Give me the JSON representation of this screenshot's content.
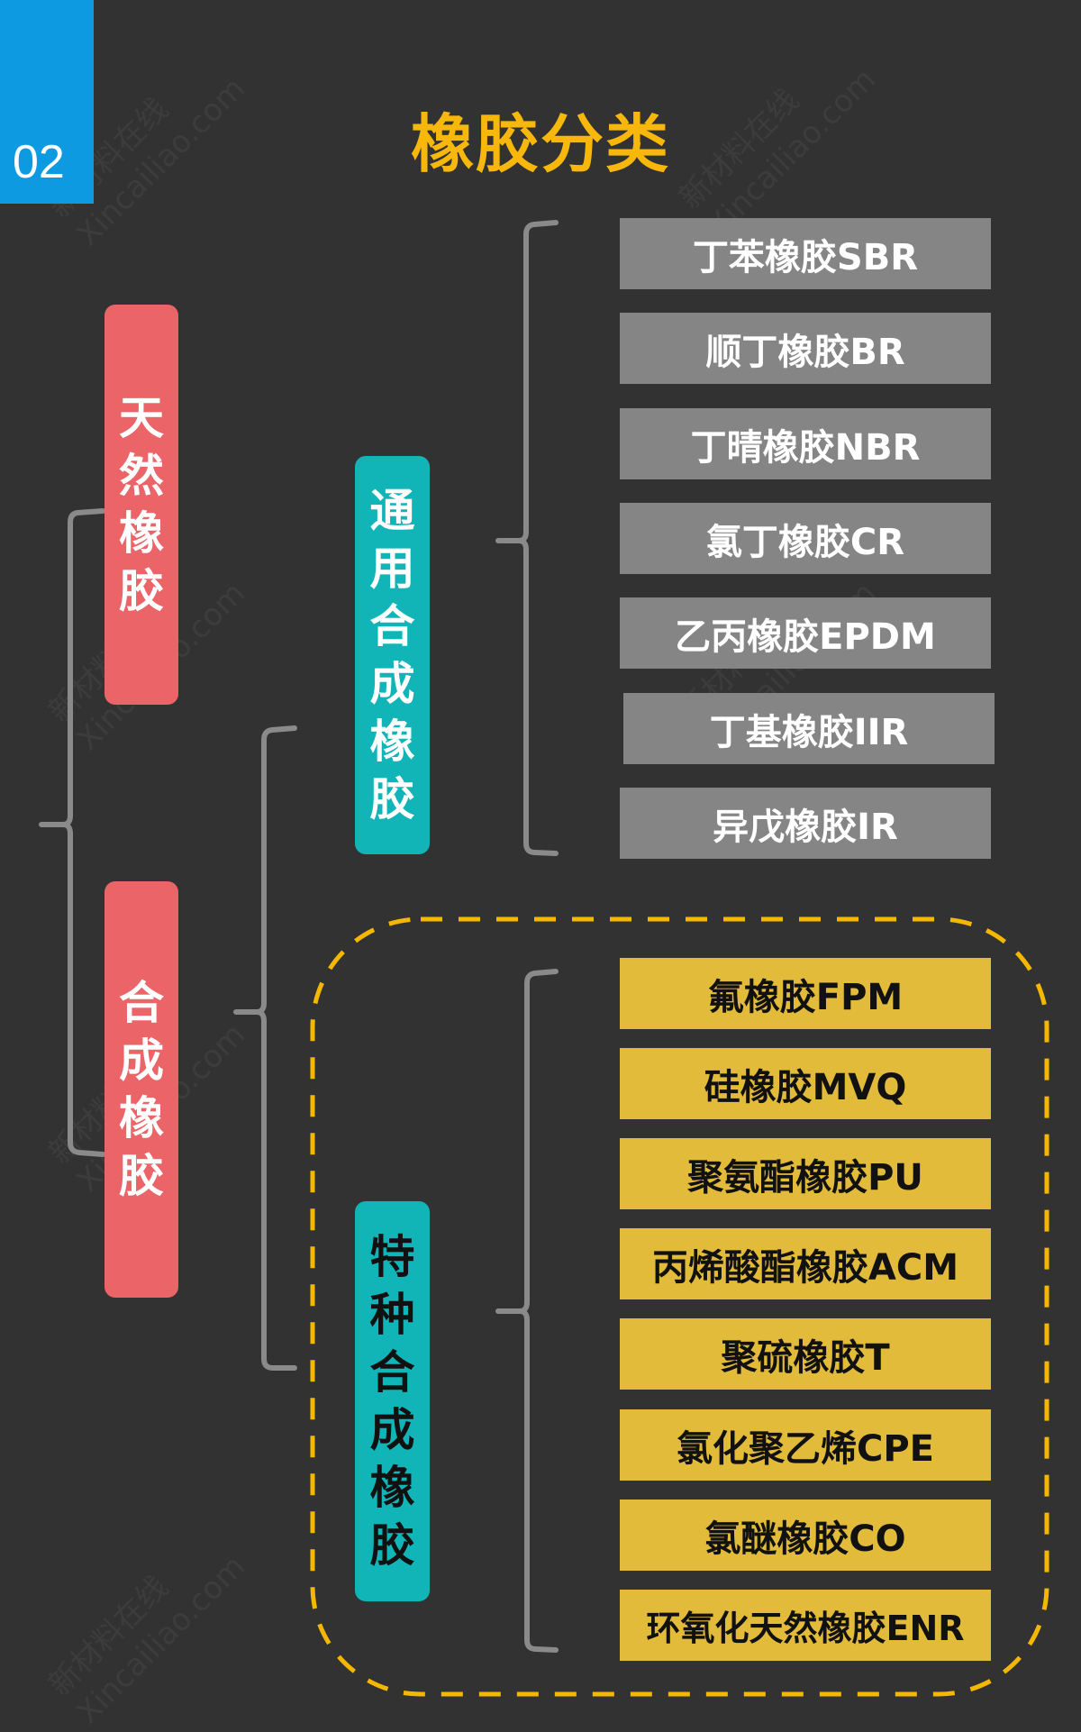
{
  "badge": {
    "number": "02",
    "color": "#0e9ae0"
  },
  "title": "橡胶分类",
  "watermark": {
    "line1": "新材料在线",
    "line2": "Xincailiao.com"
  },
  "colors": {
    "background": "#323232",
    "title": "#f7b80b",
    "top_level": "#eb6467",
    "sub_level": "#12b5b7",
    "general_items": "#858585",
    "special_items": "#e2bb3a",
    "dashed_border": "#f5b800",
    "bracket": "#8a8a8a"
  },
  "top_level": [
    {
      "label": "天然橡胶",
      "chars": [
        "天",
        "然",
        "橡",
        "胶"
      ]
    },
    {
      "label": "合成橡胶",
      "chars": [
        "合",
        "成",
        "橡",
        "胶"
      ]
    }
  ],
  "sub_level": [
    {
      "label": "通用合成橡胶",
      "chars": [
        "通",
        "用",
        "合",
        "成",
        "橡",
        "胶"
      ]
    },
    {
      "label": "特种合成橡胶",
      "chars": [
        "特",
        "种",
        "合",
        "成",
        "橡",
        "胶"
      ]
    }
  ],
  "general_rubbers": [
    "丁苯橡胶SBR",
    "顺丁橡胶BR",
    "丁晴橡胶NBR",
    "氯丁橡胶CR",
    "乙丙橡胶EPDM",
    "丁基橡胶IIR",
    "异戊橡胶IR"
  ],
  "special_rubbers": [
    "氟橡胶FPM",
    "硅橡胶MVQ",
    "聚氨酯橡胶PU",
    "丙烯酸酯橡胶ACM",
    "聚硫橡胶T",
    "氯化聚乙烯CPE",
    "氯醚橡胶CO",
    "环氧化天然橡胶ENR"
  ]
}
